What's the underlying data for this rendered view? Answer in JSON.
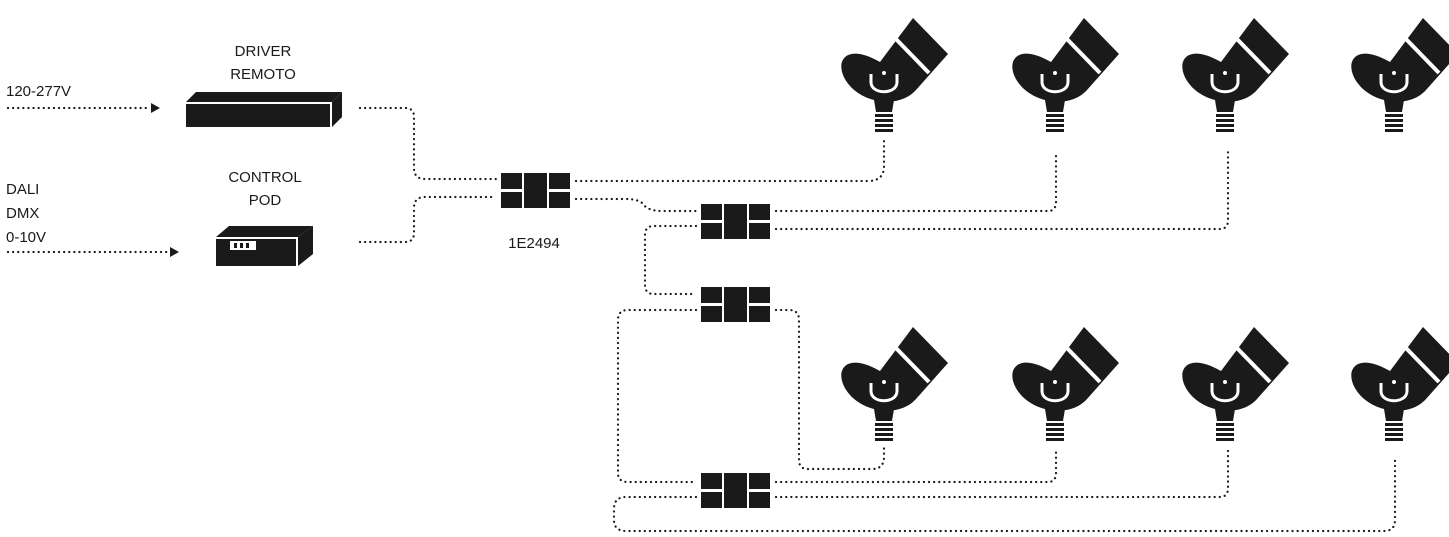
{
  "inputs": {
    "power": "120-277V",
    "control_protocols": [
      "DALI",
      "DMX",
      "0-10V"
    ]
  },
  "driver": {
    "label_lines": [
      "DRIVER",
      "REMOTO"
    ]
  },
  "control_pod": {
    "label_lines": [
      "CONTROL",
      "POD"
    ]
  },
  "connector": {
    "part_number": "1E2494"
  },
  "icons": {
    "arrow": "arrow-right-icon",
    "driver": "driver-box-icon",
    "pod": "control-pod-icon",
    "connector": "connector-block-icon",
    "fixture": "spotlight-fixture-icon"
  },
  "colors": {
    "ink": "#1a1a1a",
    "background": "#ffffff"
  }
}
